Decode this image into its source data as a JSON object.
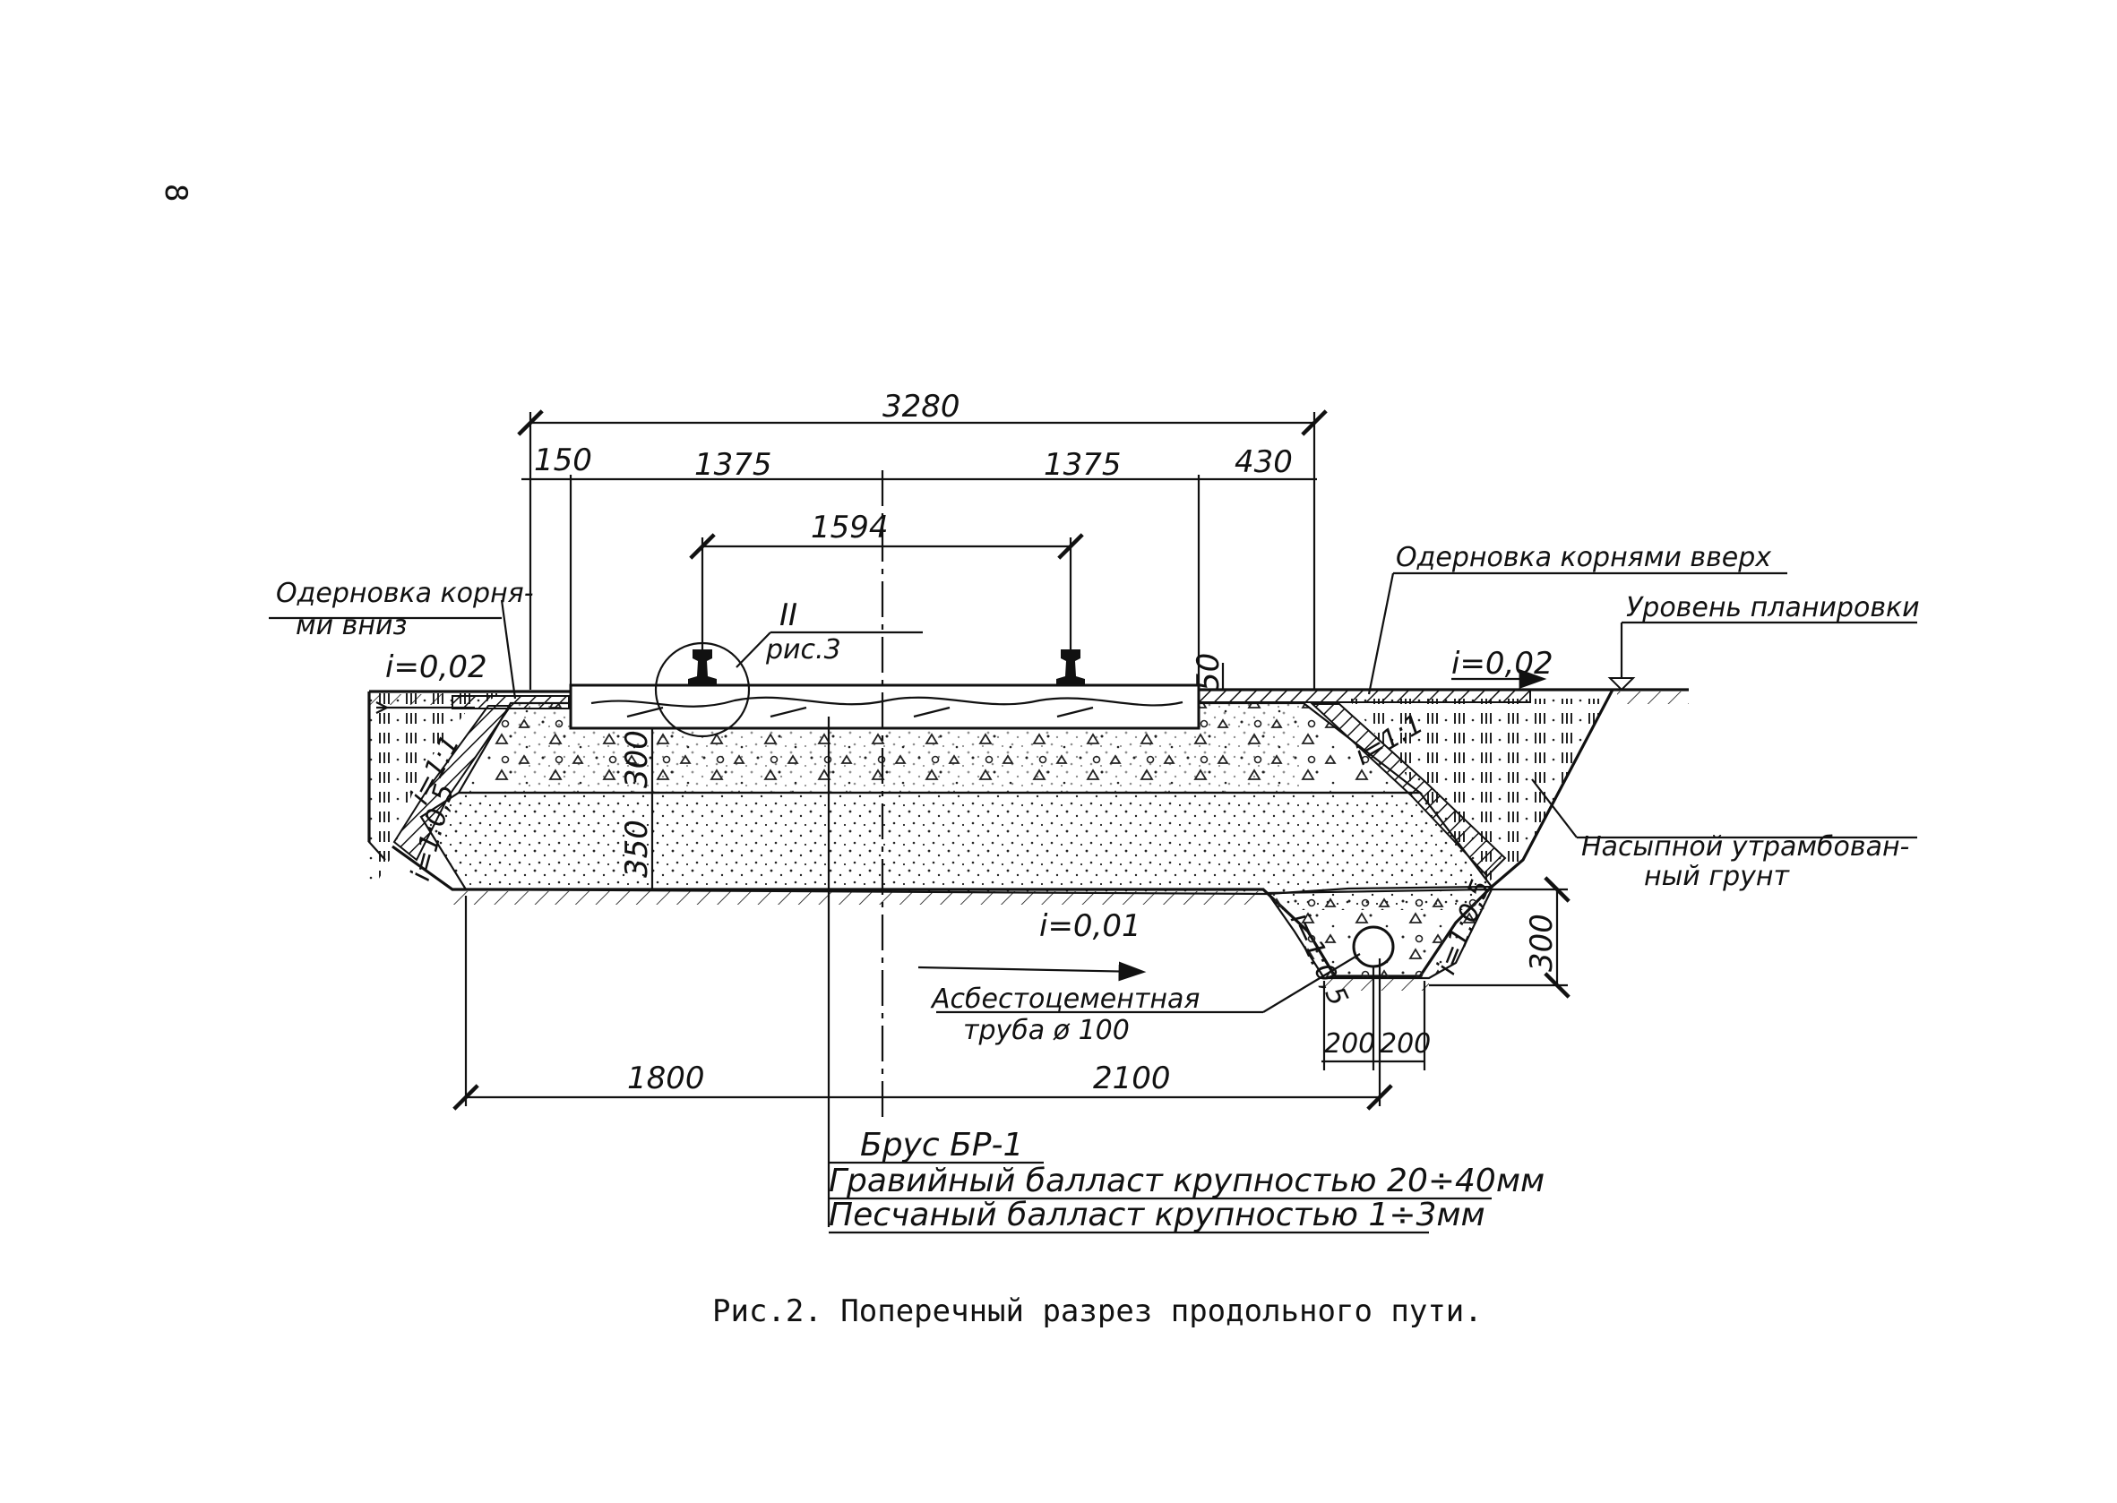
{
  "page_number": "8",
  "dimensions": {
    "overall": "3280",
    "left_edge": "150",
    "left_half": "1375",
    "right_half": "1375",
    "right_edge": "430",
    "gauge": "1594",
    "rail_height": "50",
    "gravel_depth": "300",
    "sand_depth": "350",
    "bottom_left": "1800",
    "bottom_right": "2100",
    "drain_depth": "300",
    "drain_left": "200",
    "drain_right": "200"
  },
  "labels": {
    "sod_down_line1": "Одерновка корня-",
    "sod_down_line2": "ми вниз",
    "sod_up": "Одерновка корнями вверх",
    "grade_level": "Уровень планировки",
    "slope_left": "i=0,02",
    "slope_right": "i=0,02",
    "slope_bottom": "i=0,01",
    "slope_1_1_left": "i=1:1",
    "slope_1_1_right": "i=1:1",
    "slope_1_05_left": "i=1:0,5",
    "slope_drain_left": "i=1:0,5",
    "slope_drain_right": "i=1:0,5",
    "detail_mark": "II",
    "detail_ref": "рис.3",
    "fill_line1": "Насыпной утрамбован-",
    "fill_line2": "ный грунт",
    "pipe_line1": "Асбестоцементная",
    "pipe_line2": "труба ø 100"
  },
  "legend": {
    "sleeper": "Брус БР-1",
    "gravel": "Гравийный балласт крупностью 20÷40мм",
    "sand": "Песчаный балласт крупностью 1÷3мм"
  },
  "caption": "Рис.2. Поперечный разрез продольного пути."
}
